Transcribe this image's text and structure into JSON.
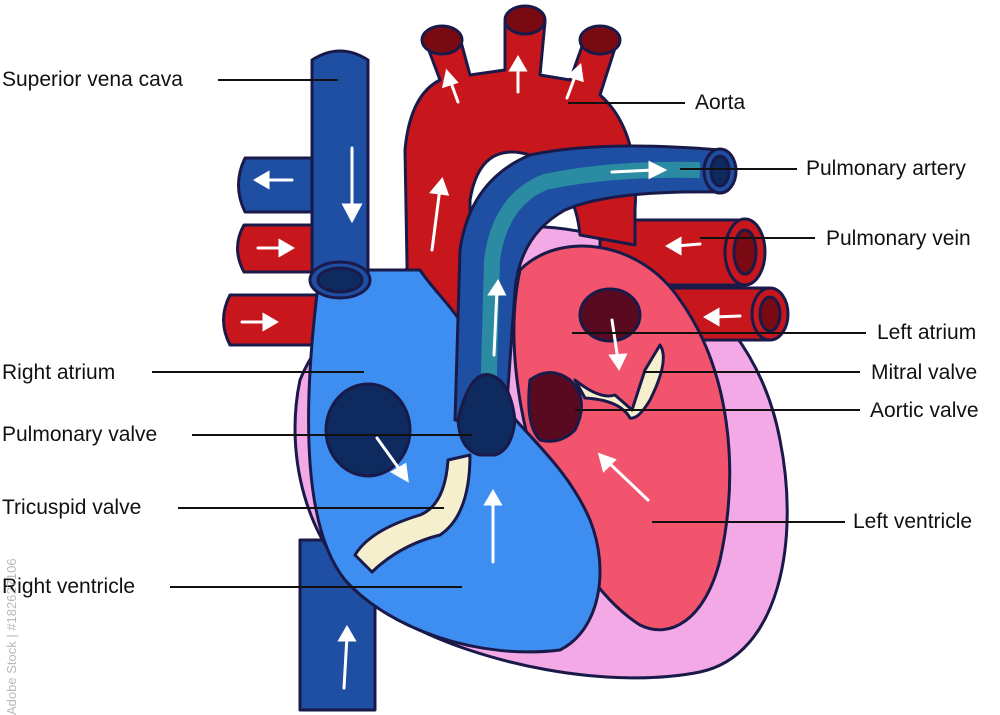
{
  "labels": {
    "superior_vena_cava": "Superior vena cava",
    "aorta": "Aorta",
    "pulmonary_artery": "Pulmonary artery",
    "pulmonary_vein": "Pulmonary vein",
    "left_atrium": "Left atrium",
    "mitral_valve": "Mitral valve",
    "aortic_valve": "Aortic valve",
    "left_ventricle": "Left ventricle",
    "right_atrium": "Right atrium",
    "pulmonary_valve": "Pulmonary valve",
    "tricuspid_valve": "Tricuspid valve",
    "right_ventricle": "Right ventricle"
  },
  "watermark": "Adobe Stock | #182627106",
  "colors": {
    "deoxygenated_dark": "#1e4fa3",
    "deoxygenated_light": "#3d8ef0",
    "oxygenated_dark": "#c8161d",
    "oxygenated_light": "#f2546e",
    "pericardium": "#f2a9e6",
    "valve": "#f6efce",
    "outline": "#1a1a4a"
  }
}
